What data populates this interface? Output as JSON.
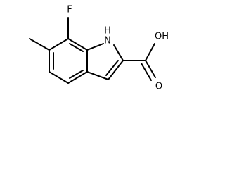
{
  "molecule": {
    "atoms": {
      "fluorine": "F",
      "nh": "H\nN",
      "nh_letters": {
        "h": "H",
        "n": "N"
      },
      "hydroxyl": "OH",
      "carbonyl_oxygen": "O"
    }
  }
}
